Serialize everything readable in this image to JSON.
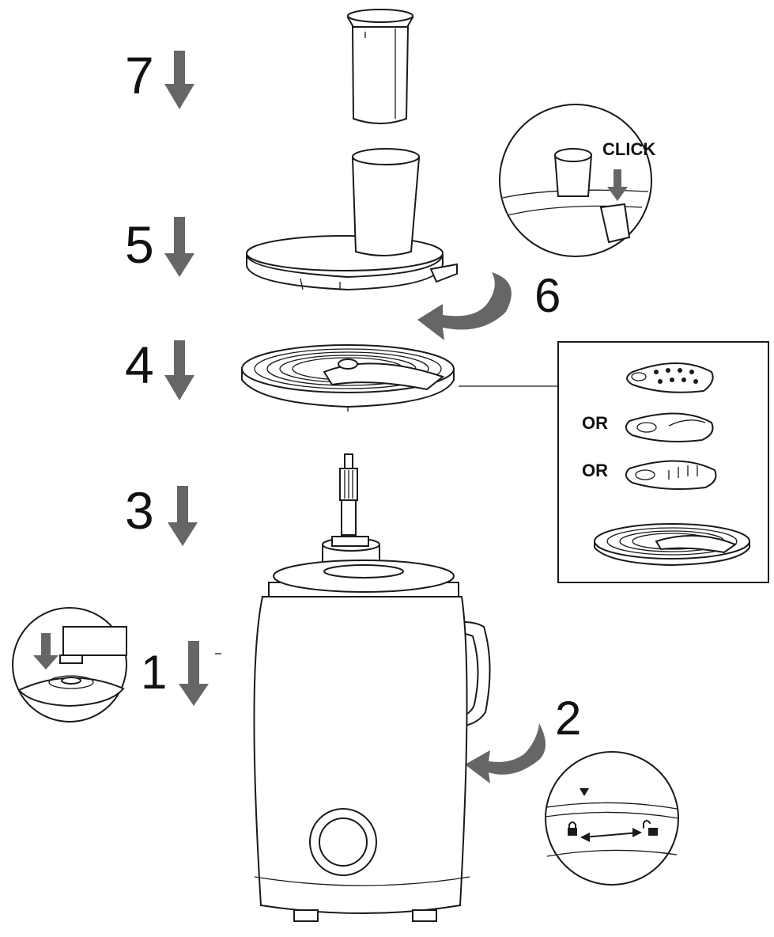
{
  "steps": {
    "s1": "1",
    "s2": "2",
    "s3": "3",
    "s4": "4",
    "s5": "5",
    "s6": "6",
    "s7": "7"
  },
  "labels": {
    "click": "CLICK",
    "or_1": "OR",
    "or_2": "OR"
  },
  "colors": {
    "arrow": "#666666",
    "line": "#1a1a1a"
  }
}
